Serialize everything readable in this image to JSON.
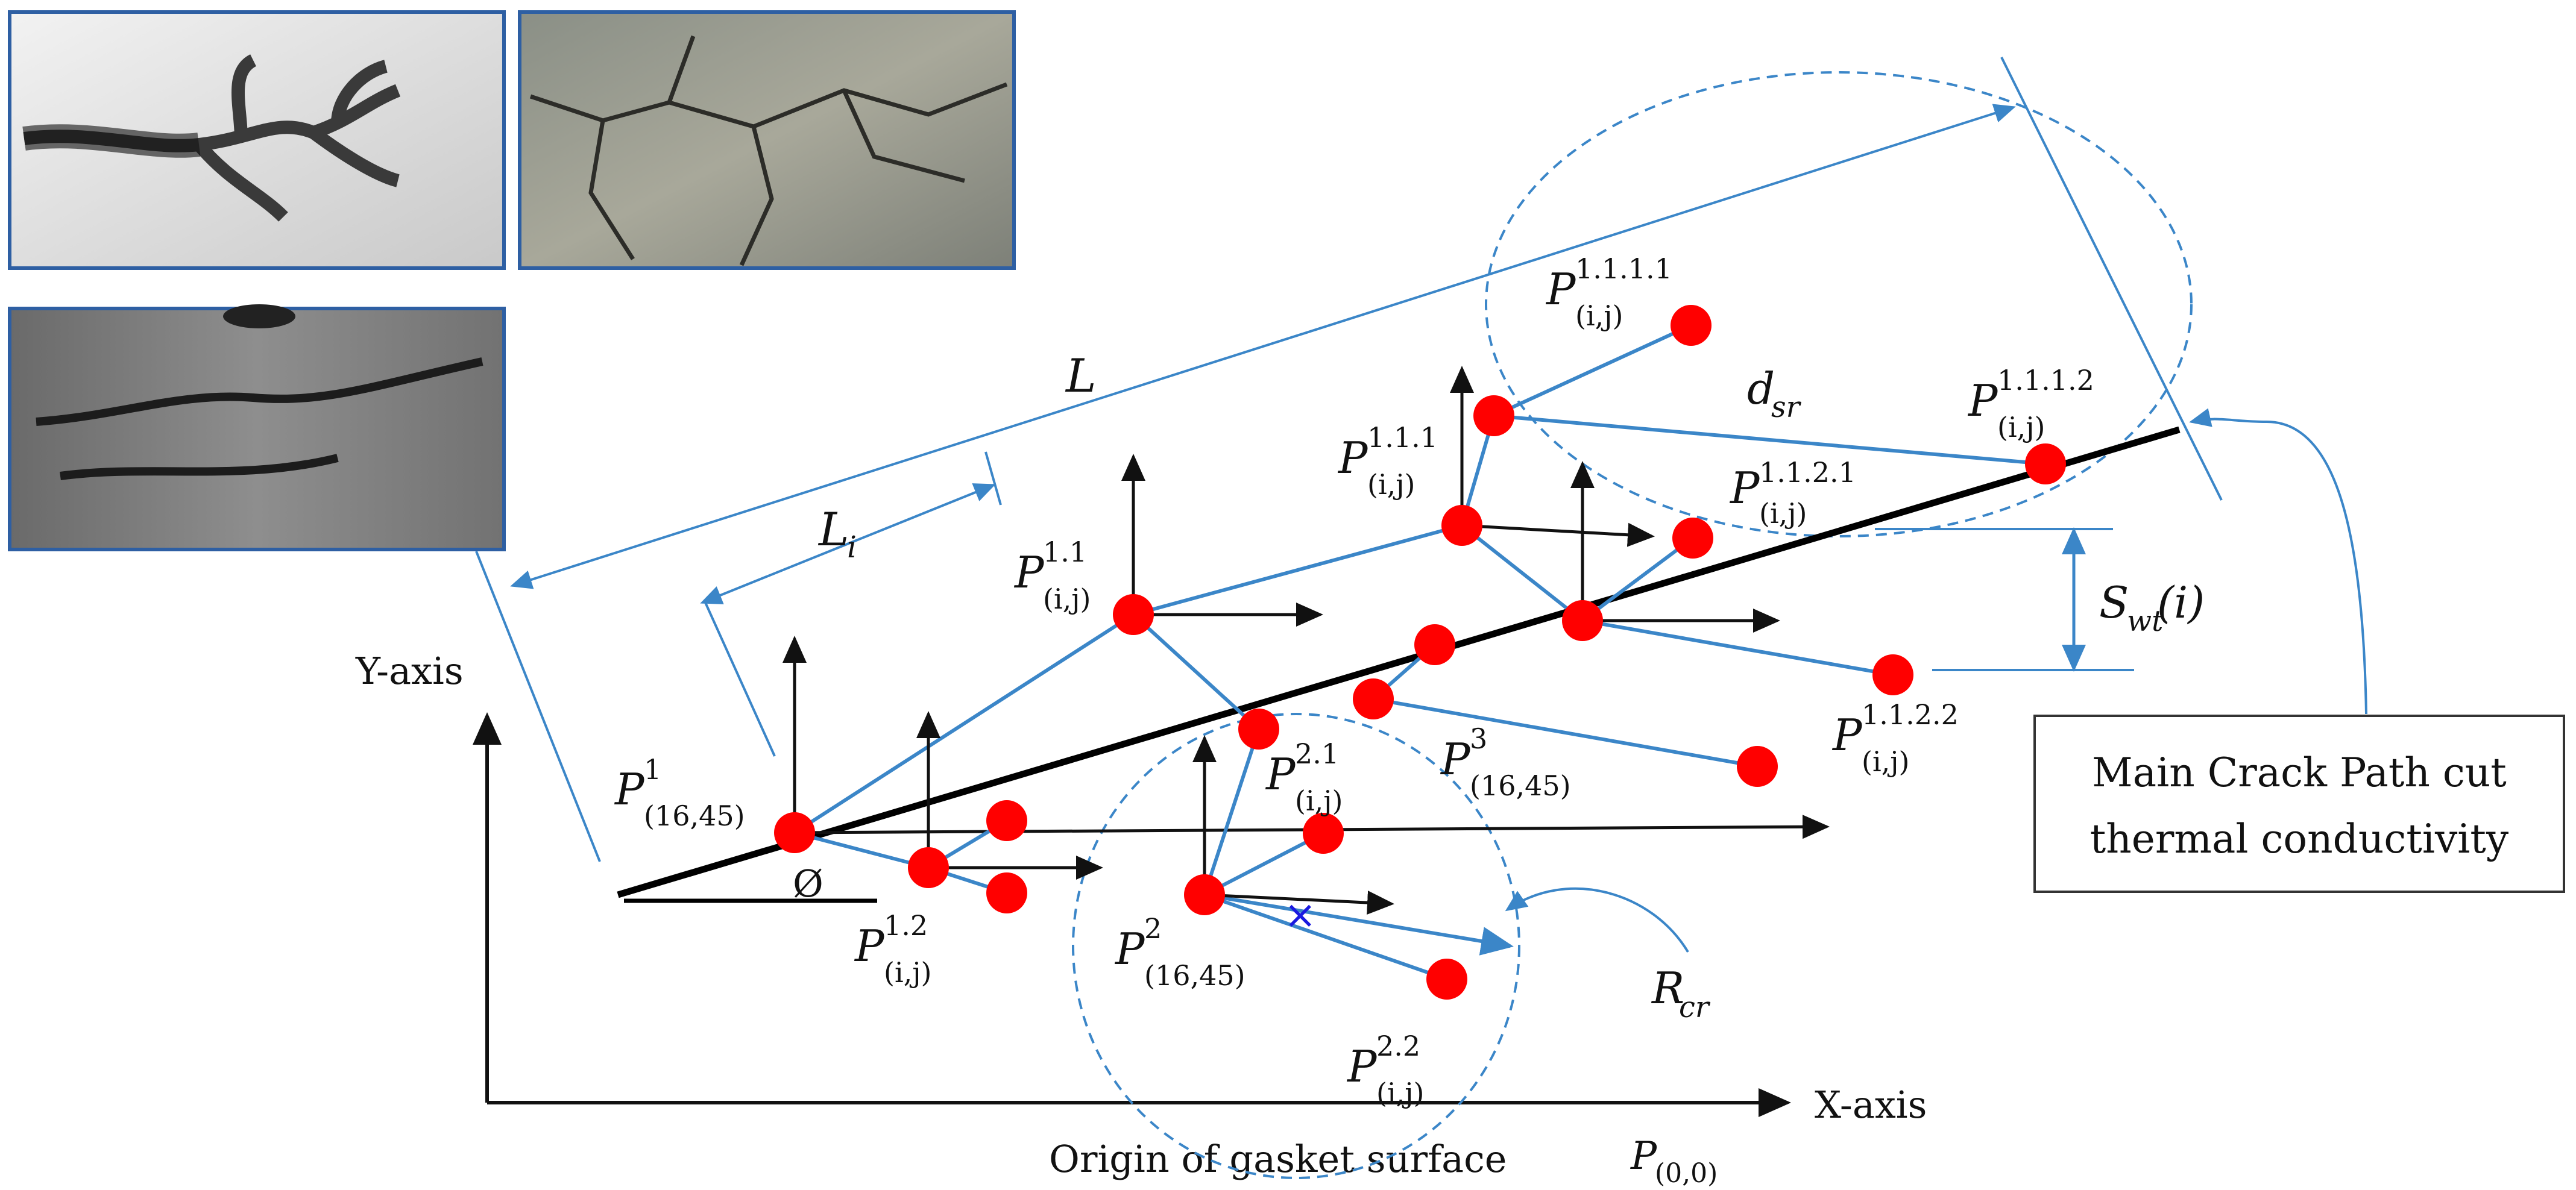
{
  "axes": {
    "y_label": "Y-axis",
    "x_label": "X-axis",
    "origin_caption": "Origin of gasket surface",
    "origin_symbol": "P",
    "origin_sub": "(0,0)"
  },
  "labels": {
    "L": "L",
    "Li_base": "L",
    "Li_sub": "i",
    "dsr_base": "d",
    "dsr_sub": "sr",
    "swt_base": "S",
    "swt_sub": "wt",
    "swt_arg": "(i)",
    "rcr_base": "R",
    "rcr_sub": "cr",
    "phi": "Ø"
  },
  "points": [
    {
      "sup": "1",
      "sub": "(16,45)"
    },
    {
      "sup": "1.1",
      "sub": "(i,j)"
    },
    {
      "sup": "1.2",
      "sub": "(i,j)"
    },
    {
      "sup": "1.1.1",
      "sub": "(i,j)"
    },
    {
      "sup": "1.1.1.1",
      "sub": "(i,j)"
    },
    {
      "sup": "1.1.1.2",
      "sub": "(i,j)"
    },
    {
      "sup": "1.1.2.1",
      "sub": "(i,j)"
    },
    {
      "sup": "1.1.2.2",
      "sub": "(i,j)"
    },
    {
      "sup": "2",
      "sub": "(16,45)"
    },
    {
      "sup": "2.1",
      "sub": "(i,j)"
    },
    {
      "sup": "2.2",
      "sub": "(i,j)"
    },
    {
      "sup": "3",
      "sub": "(16,45)"
    }
  ],
  "callout": {
    "line1": "Main Crack Path cut",
    "line2": "thermal conductivity"
  },
  "colors": {
    "node": "#ff0000",
    "link": "#3b86c8",
    "crack": "#000000",
    "cross": "#1a1ae0"
  }
}
